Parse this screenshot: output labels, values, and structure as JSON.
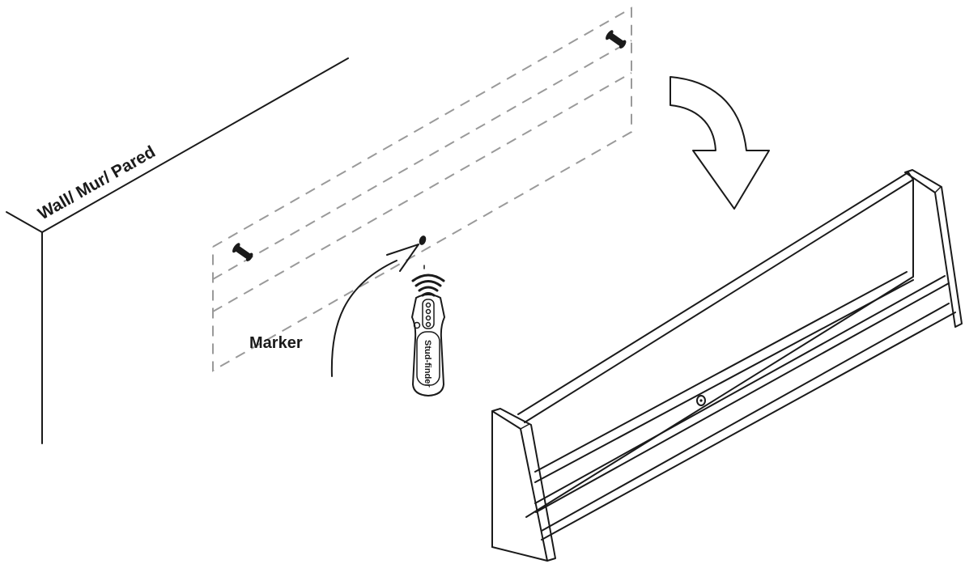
{
  "labels": {
    "wall": "Wall/ Mur/ Pared",
    "marker": "Marker",
    "tool": "Stud-finder"
  },
  "colors": {
    "ink": "#1a1a1a",
    "dashed_outline": "#9a9a9a",
    "background": "#ffffff"
  }
}
